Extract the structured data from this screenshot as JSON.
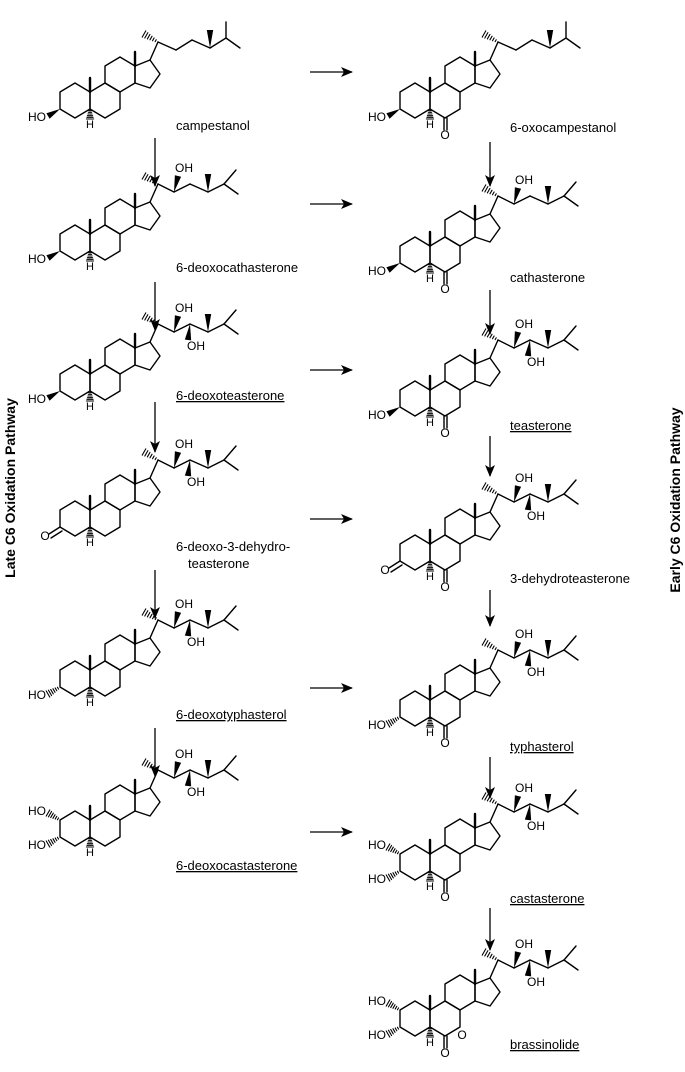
{
  "pathways": {
    "late": "Late C6 Oxidation Pathway",
    "early": "Early C6 Oxidation Pathway"
  },
  "late_compounds": [
    {
      "name": "campestanol",
      "underline": false,
      "ring_a": "3b-OH",
      "side_chain": "plain",
      "ring_b": "none"
    },
    {
      "name": "6-deoxocathasterone",
      "underline": false,
      "ring_a": "3b-OH",
      "side_chain": "22-OH",
      "ring_b": "none"
    },
    {
      "name": "6-deoxoteasterone",
      "underline": true,
      "ring_a": "3b-OH",
      "side_chain": "22,23-diOH",
      "ring_b": "none"
    },
    {
      "name": "6-deoxo-3-dehydro-",
      "name2": "teasterone",
      "underline": false,
      "ring_a": "3-oxo",
      "side_chain": "22,23-diOH",
      "ring_b": "none"
    },
    {
      "name": "6-deoxotyphasterol",
      "underline": true,
      "ring_a": "3a-OH",
      "side_chain": "22,23-diOH",
      "ring_b": "none"
    },
    {
      "name": "6-deoxocastasterone",
      "underline": true,
      "ring_a": "2a,3a-diOH",
      "side_chain": "22,23-diOH",
      "ring_b": "none"
    }
  ],
  "early_compounds": [
    {
      "name": "6-oxocampestanol",
      "underline": false,
      "ring_a": "3b-OH",
      "side_chain": "plain",
      "ring_b": "6-oxo"
    },
    {
      "name": "cathasterone",
      "underline": false,
      "ring_a": "3b-OH",
      "side_chain": "22-OH",
      "ring_b": "6-oxo"
    },
    {
      "name": "teasterone",
      "underline": true,
      "ring_a": "3b-OH",
      "side_chain": "22,23-diOH",
      "ring_b": "6-oxo"
    },
    {
      "name": "3-dehydroteasterone",
      "underline": false,
      "ring_a": "3-oxo",
      "side_chain": "22,23-diOH",
      "ring_b": "6-oxo"
    },
    {
      "name": "typhasterol",
      "underline": true,
      "ring_a": "3a-OH",
      "side_chain": "22,23-diOH",
      "ring_b": "6-oxo"
    },
    {
      "name": "castasterone",
      "underline": true,
      "ring_a": "2a,3a-diOH",
      "side_chain": "22,23-diOH",
      "ring_b": "6-oxo"
    },
    {
      "name": "brassinolide",
      "underline": true,
      "ring_a": "2a,3a-diOH",
      "side_chain": "22,23-diOH",
      "ring_b": "lactone"
    }
  ],
  "atoms": {
    "oh": "OH",
    "ho": "HO",
    "h": "H",
    "o": "O"
  },
  "colors": {
    "ink": "#000000",
    "background": "#ffffff"
  }
}
